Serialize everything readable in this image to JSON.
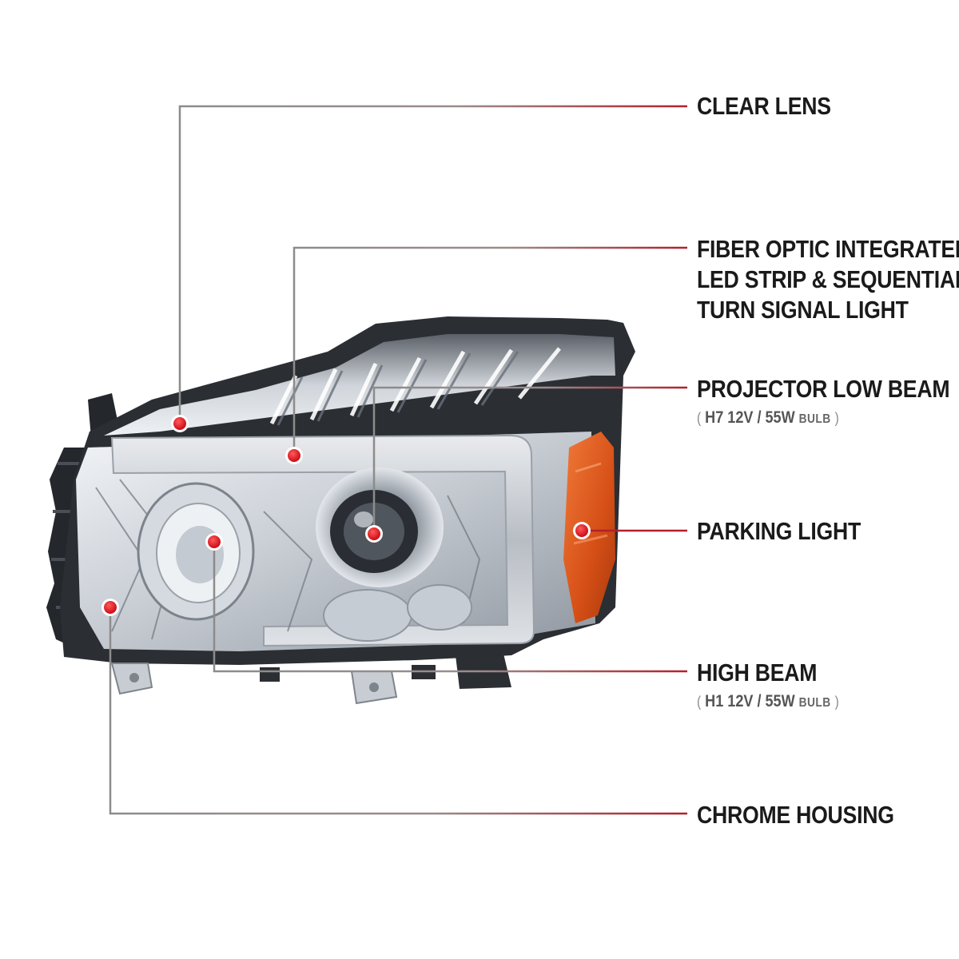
{
  "callouts": {
    "clear_lens": {
      "label": "CLEAR LENS"
    },
    "fiber_optic": {
      "lines": [
        "FIBER OPTIC INTEGRATED",
        "LED STRIP & SEQUENTIAL",
        "TURN SIGNAL LIGHT"
      ]
    },
    "projector_low_beam": {
      "label": "PROJECTOR LOW BEAM",
      "paren_open": "(",
      "spec": "H7  12V / 55W",
      "bulb": "BULB",
      "paren_close": ")"
    },
    "parking_light": {
      "label": "PARKING LIGHT"
    },
    "high_beam": {
      "label": "HIGH BEAM",
      "paren_open": "(",
      "spec": "H1  12V / 55W",
      "bulb": "BULB",
      "paren_close": ")"
    },
    "chrome_housing": {
      "label": "CHROME HOUSING"
    }
  },
  "colors": {
    "leader_gray": "#8c8c8c",
    "leader_red": "#b3202a",
    "marker_red": "#e0141e",
    "amber": "#d8521a",
    "chrome_dark": "#2b2e33",
    "chrome_mid": "#9aa1aa",
    "chrome_light": "#e9edf2"
  }
}
